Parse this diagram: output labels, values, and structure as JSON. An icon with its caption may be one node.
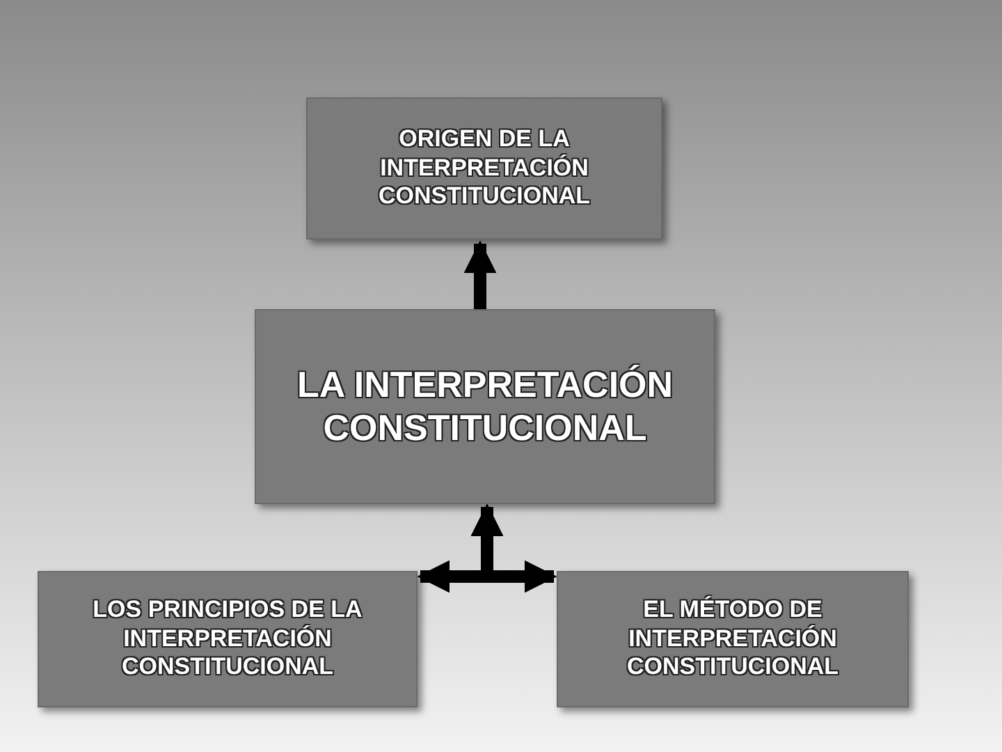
{
  "diagram": {
    "nodes": [
      {
        "text": [
          "ORIGEN DE LA INTERPRETACIÓN CONSTITUCIONAL"
        ]
      },
      {
        "text": [
          "LA INTERPRETACIÓN CONSTITUCIONAL"
        ]
      },
      {
        "text": [
          "LOS PRINCIPIOS DE LA INTERPRETACIÓN CONSTITUCIONAL"
        ]
      },
      {
        "text": [
          "EL MÉTODO DE INTERPRETACIÓN CONSTITUCIONAL"
        ]
      }
    ],
    "edges": [
      {
        "from": 1,
        "to": 0,
        "arrow": "to"
      },
      {
        "from": 1,
        "to": 2,
        "arrow": "both"
      },
      {
        "from": 1,
        "to": 3,
        "arrow": "both"
      }
    ]
  }
}
